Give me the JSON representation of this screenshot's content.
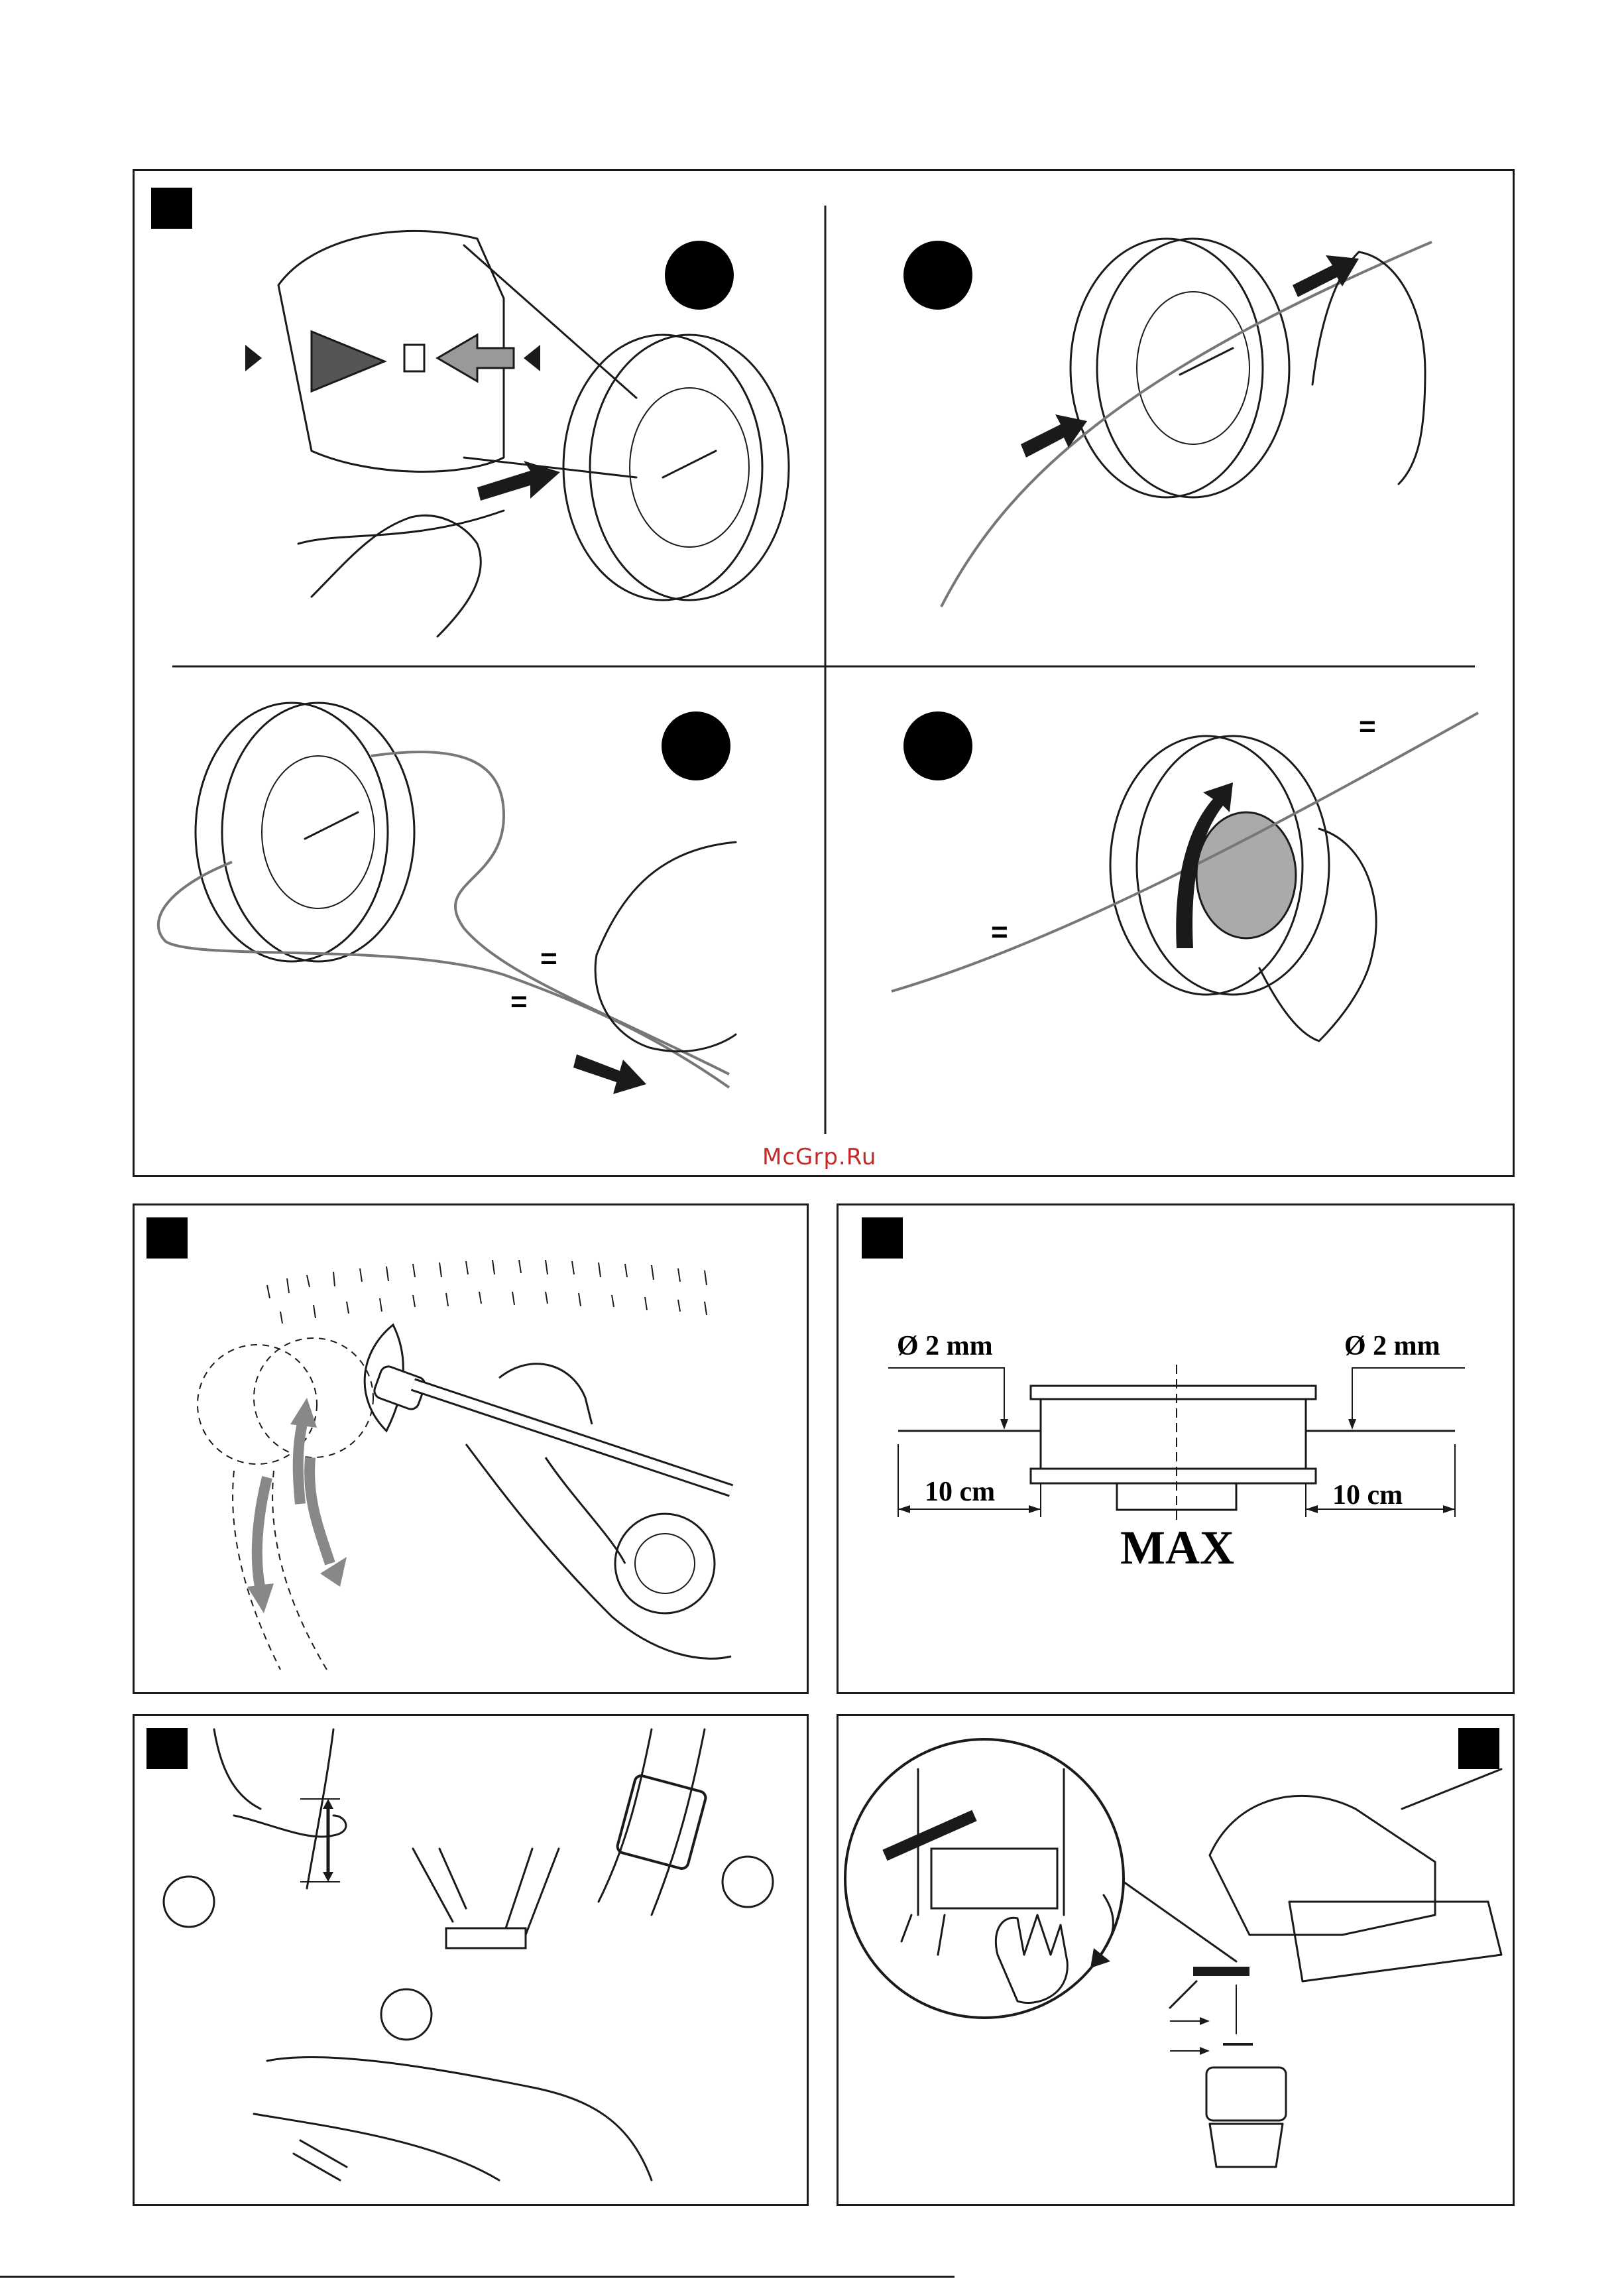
{
  "watermark": "McGrp.Ru",
  "line_panel": {
    "left_label": "Ø 2 mm",
    "right_label": "Ø 2 mm",
    "left_length": "10 cm",
    "right_length": "10 cm",
    "max_label": "MAX"
  },
  "equals_marks": [
    "=",
    "=",
    "=",
    "="
  ],
  "colors": {
    "border": "#1a1a1a",
    "watermark": "#c62828",
    "arrow_gray": "#888888"
  }
}
